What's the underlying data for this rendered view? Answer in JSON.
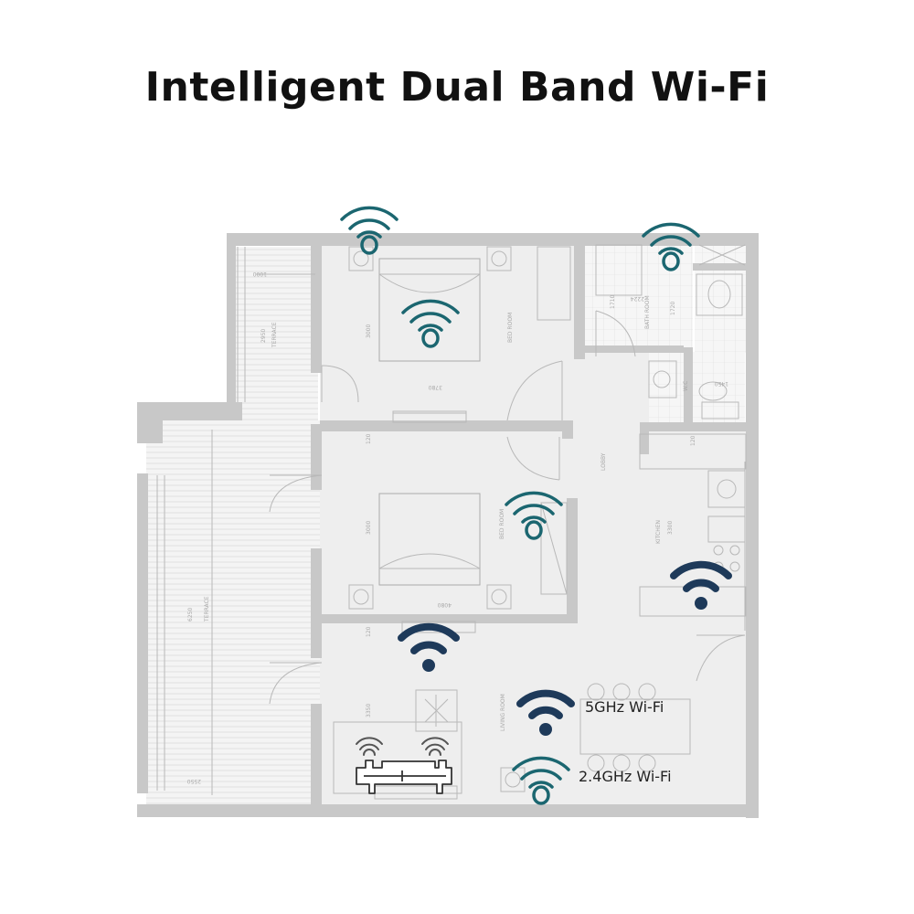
{
  "title": "Intelligent Dual Band Wi-Fi",
  "legend": {
    "five_ghz": "5GHz Wi-Fi",
    "two_four_ghz": "2.4GHz Wi-Fi"
  },
  "room_labels": {
    "terrace_top": "TERRACE",
    "terrace_left": "TERRACE",
    "bedroom_top": "BED ROOM",
    "bedroom_middle": "BED ROOM",
    "bath_room": "BATH ROOM",
    "lobby": "LOBBY",
    "kitchen": "KITCHEN",
    "living_room": "LIVING ROOM",
    "wc": "W.C"
  },
  "dimension_labels": {
    "terrace_top_width": "1000",
    "terrace_top_height": "2950",
    "bedroom_top_height": "3000",
    "bedroom_top_width": "3780",
    "bedroom_middle_height": "3000",
    "bedroom_middle_width": "4080",
    "terrace_left_height": "6250",
    "living_height": "3350",
    "living_width": "2550",
    "bath_width": "2224",
    "bath_h1": "1710",
    "bath_h2": "1720",
    "wc_width": "1450",
    "kitchen_height": "3300",
    "corridor_1": "120",
    "corridor_2": "120",
    "corridor_3": "120"
  },
  "colors": {
    "wifi_5ghz": "#1e3a5a",
    "wifi_24ghz": "#1b6670",
    "wall": "#c8c8c8",
    "floor": "#eeeeee",
    "line": "#b8b8b8"
  },
  "icons": [
    "wifi-5ghz-icon",
    "wifi-24ghz-icon",
    "router-icon"
  ]
}
